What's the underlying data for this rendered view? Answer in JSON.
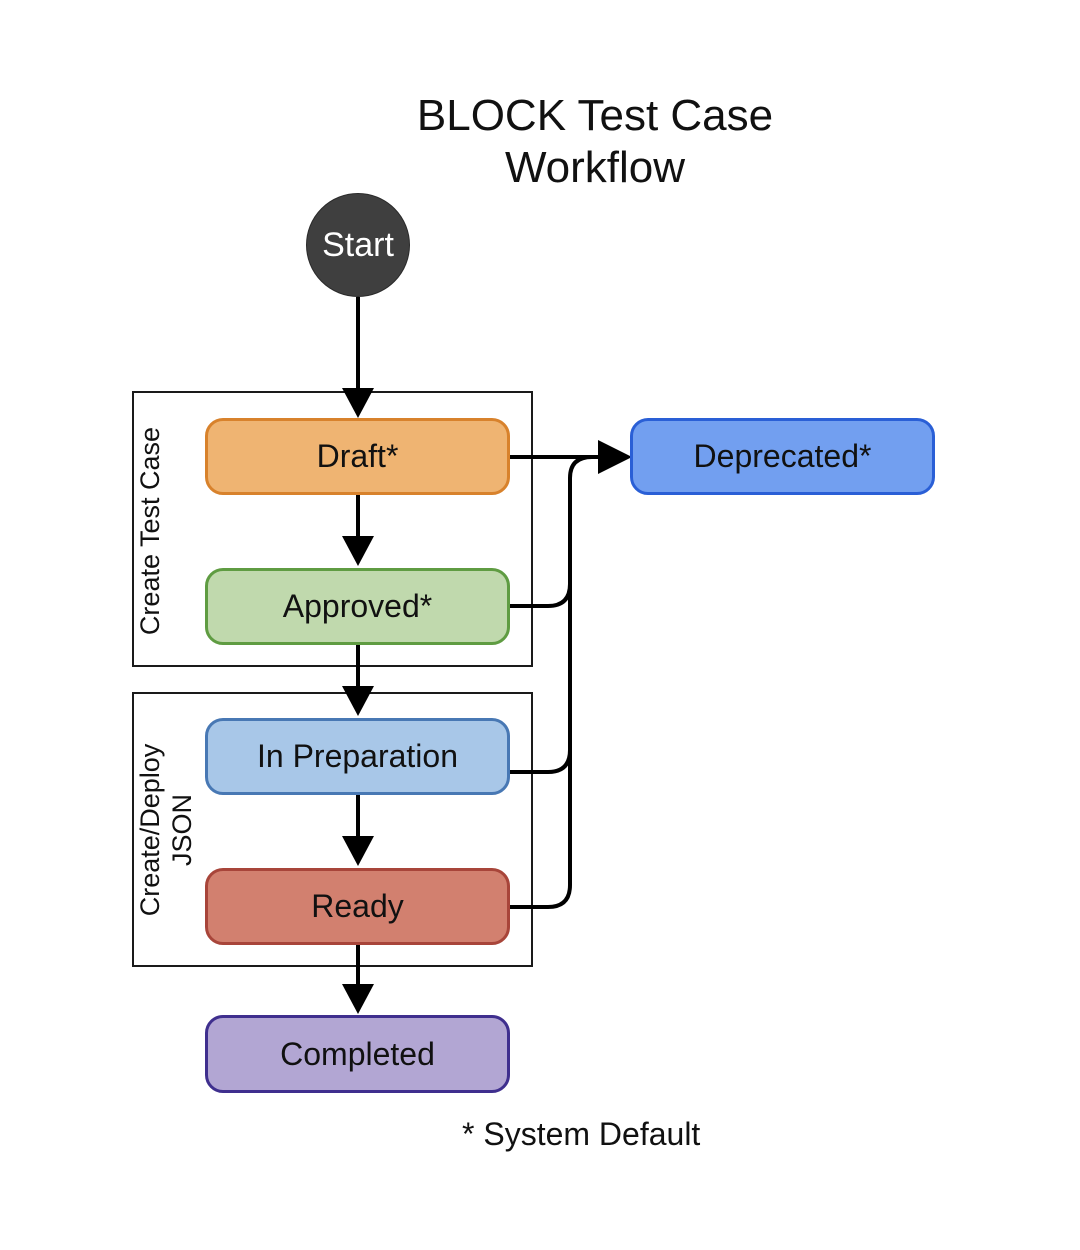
{
  "title": {
    "line1": "BLOCK Test Case",
    "line2": "Workflow"
  },
  "start": {
    "label": "Start"
  },
  "groups": {
    "create_test_case": {
      "label": "Create Test Case"
    },
    "create_deploy_json": {
      "line1": "Create/Deploy",
      "line2": "JSON"
    }
  },
  "nodes": {
    "draft": {
      "label": "Draft*",
      "fill": "#efb472",
      "stroke": "#d8822c"
    },
    "approved": {
      "label": "Approved*",
      "fill": "#c0d9ad",
      "stroke": "#5f9c42"
    },
    "in_preparation": {
      "label": "In Preparation",
      "fill": "#a8c7e8",
      "stroke": "#4878b4"
    },
    "ready": {
      "label": "Ready",
      "fill": "#d2806f",
      "stroke": "#a8453a"
    },
    "completed": {
      "label": "Completed",
      "fill": "#b2a6d3",
      "stroke": "#3f2f8e"
    },
    "deprecated": {
      "label": "Deprecated*",
      "fill": "#729ff0",
      "stroke": "#2a5fd6"
    }
  },
  "footnote": "* System Default",
  "edges": [
    {
      "from": "Start",
      "to": "Draft*"
    },
    {
      "from": "Draft*",
      "to": "Approved*"
    },
    {
      "from": "Approved*",
      "to": "In Preparation"
    },
    {
      "from": "In Preparation",
      "to": "Ready"
    },
    {
      "from": "Ready",
      "to": "Completed"
    },
    {
      "from": "Draft*",
      "to": "Deprecated*"
    },
    {
      "from": "Approved*",
      "to": "Deprecated*"
    },
    {
      "from": "In Preparation",
      "to": "Deprecated*"
    },
    {
      "from": "Ready",
      "to": "Deprecated*"
    }
  ]
}
